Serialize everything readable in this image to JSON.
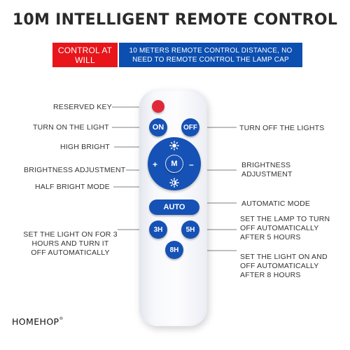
{
  "title": "10M INTELLIGENT REMOTE CONTROL",
  "banner": {
    "highlight": "CONTROL AT WILL",
    "description": "10 METERS REMOTE CONTROL DISTANCE, NO NEED TO REMOTE CONTROL THE LAMP CAP"
  },
  "remote": {
    "buttons": {
      "on": "ON",
      "off": "OFF",
      "mode": "M",
      "plus": "+",
      "minus": "–",
      "auto": "AUTO",
      "h3": "3H",
      "h5": "5H",
      "h8": "8H"
    }
  },
  "labels": {
    "reserved_key": "RESERVED KEY",
    "turn_on": "TURN ON THE LIGHT",
    "turn_off": "TURN OFF THE LIGHTS",
    "high_bright": "HIGH BRIGHT",
    "brightness_left": "BRIGHTNESS ADJUSTMENT",
    "brightness_right_1": "BRIGHTNESS",
    "brightness_right_2": "ADJUSTMENT",
    "half_bright": "HALF BRIGHT MODE",
    "automatic_mode": "AUTOMATIC MODE",
    "timer_3h_1": "SET THE LIGHT ON FOR 3",
    "timer_3h_2": "HOURS AND TURN IT",
    "timer_3h_3": "OFF AUTOMATICALLY",
    "timer_5h_1": "SET THE LAMP TO TURN",
    "timer_5h_2": "OFF AUTOMATICALLY",
    "timer_5h_3": "AFTER 5 HOURS",
    "timer_8h_1": "SET THE LIGHT ON AND",
    "timer_8h_2": "OFF AUTOMATICALLY",
    "timer_8h_3": "AFTER 8 HOURS"
  },
  "brand": {
    "name": "HOMEHOP",
    "mark": "®"
  },
  "colors": {
    "button_blue": "#1652b5",
    "banner_red": "#e8151b",
    "banner_blue": "#0d4fb0",
    "reserved_key_red": "#e0283a"
  }
}
